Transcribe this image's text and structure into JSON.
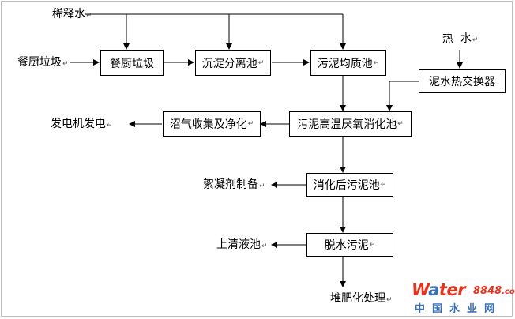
{
  "inputs": {
    "dilution_water": "稀释水",
    "kitchen_waste_source": "餐厨垃圾",
    "hot_water": "热  水"
  },
  "boxes": {
    "kitchen_waste": "餐厨垃圾",
    "sedimentation": "沉淀分离池",
    "sludge_homogenizer": "污泥均质池",
    "heat_exchanger": "泥水热交换器",
    "biogas_purification": "沼气收集及净化",
    "anaerobic_digester": "污泥高温厌氧消化池",
    "digested_sludge_tank": "消化后污泥池",
    "dewatering": "脱水污泥"
  },
  "outputs": {
    "power_generation": "发电机发电",
    "flocculant_prep": "絮凝剂制备",
    "supernatant_tank": "上清液池",
    "composting": "堆肥化处理"
  },
  "paragraph_mark": "↵",
  "watermark": {
    "brand_prefix": "W",
    "brand_a": "a",
    "brand_rest": "ter",
    "brand_number": "8848",
    "brand_suffix": ".com",
    "tagline": "中国水业网"
  }
}
